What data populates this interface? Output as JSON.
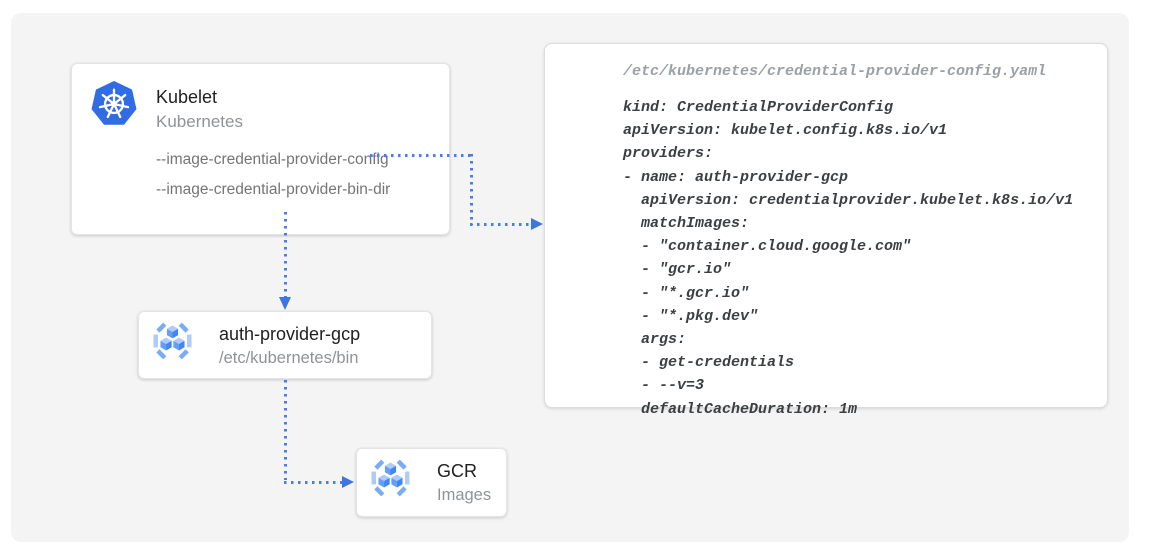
{
  "colors": {
    "panel_bg": "#f4f4f4",
    "k8s_blue": "#326ce5",
    "arrow_blue": "#4a7de5",
    "title_text": "#212121",
    "muted_text": "#8f9398",
    "flag_text": "#757575",
    "code_text": "#3c4043",
    "code_filename_text": "#9aa0a6",
    "icon_blue_dark": "#4285f4",
    "icon_blue_mid": "#669df6",
    "icon_blue_light": "#aecbfa",
    "icon_bracket_mid": "#7baaf7",
    "icon_bracket_light": "#aecbfa"
  },
  "nodes": {
    "kubelet": {
      "title": "Kubelet",
      "subtitle": "Kubernetes",
      "icon": "kubernetes-helm-icon",
      "flags": [
        "--image-credential-provider-config",
        "--image-credential-provider-bin-dir"
      ]
    },
    "auth_provider": {
      "title": "auth-provider-gcp",
      "subtitle": "/etc/kubernetes/bin",
      "icon": "container-registry-icon"
    },
    "gcr": {
      "title": "GCR",
      "subtitle": "Images",
      "icon": "container-registry-icon"
    }
  },
  "edges": [
    {
      "from": "kubelet:--image-credential-provider-config",
      "to": "yaml-config-card",
      "style": "dotted-arrow"
    },
    {
      "from": "kubelet",
      "to": "auth_provider",
      "style": "dotted-arrow"
    },
    {
      "from": "auth_provider",
      "to": "gcr",
      "style": "dotted-arrow"
    }
  ],
  "yaml_panel": {
    "filename": "/etc/kubernetes/credential-provider-config.yaml",
    "lines": [
      "kind: CredentialProviderConfig",
      "apiVersion: kubelet.config.k8s.io/v1",
      "providers:",
      "- name: auth-provider-gcp",
      "  apiVersion: credentialprovider.kubelet.k8s.io/v1",
      "  matchImages:",
      "  - \"container.cloud.google.com\"",
      "  - \"gcr.io\"",
      "  - \"*.gcr.io\"",
      "  - \"*.pkg.dev\"",
      "  args:",
      "  - get-credentials",
      "  - --v=3",
      "  defaultCacheDuration: 1m"
    ]
  }
}
